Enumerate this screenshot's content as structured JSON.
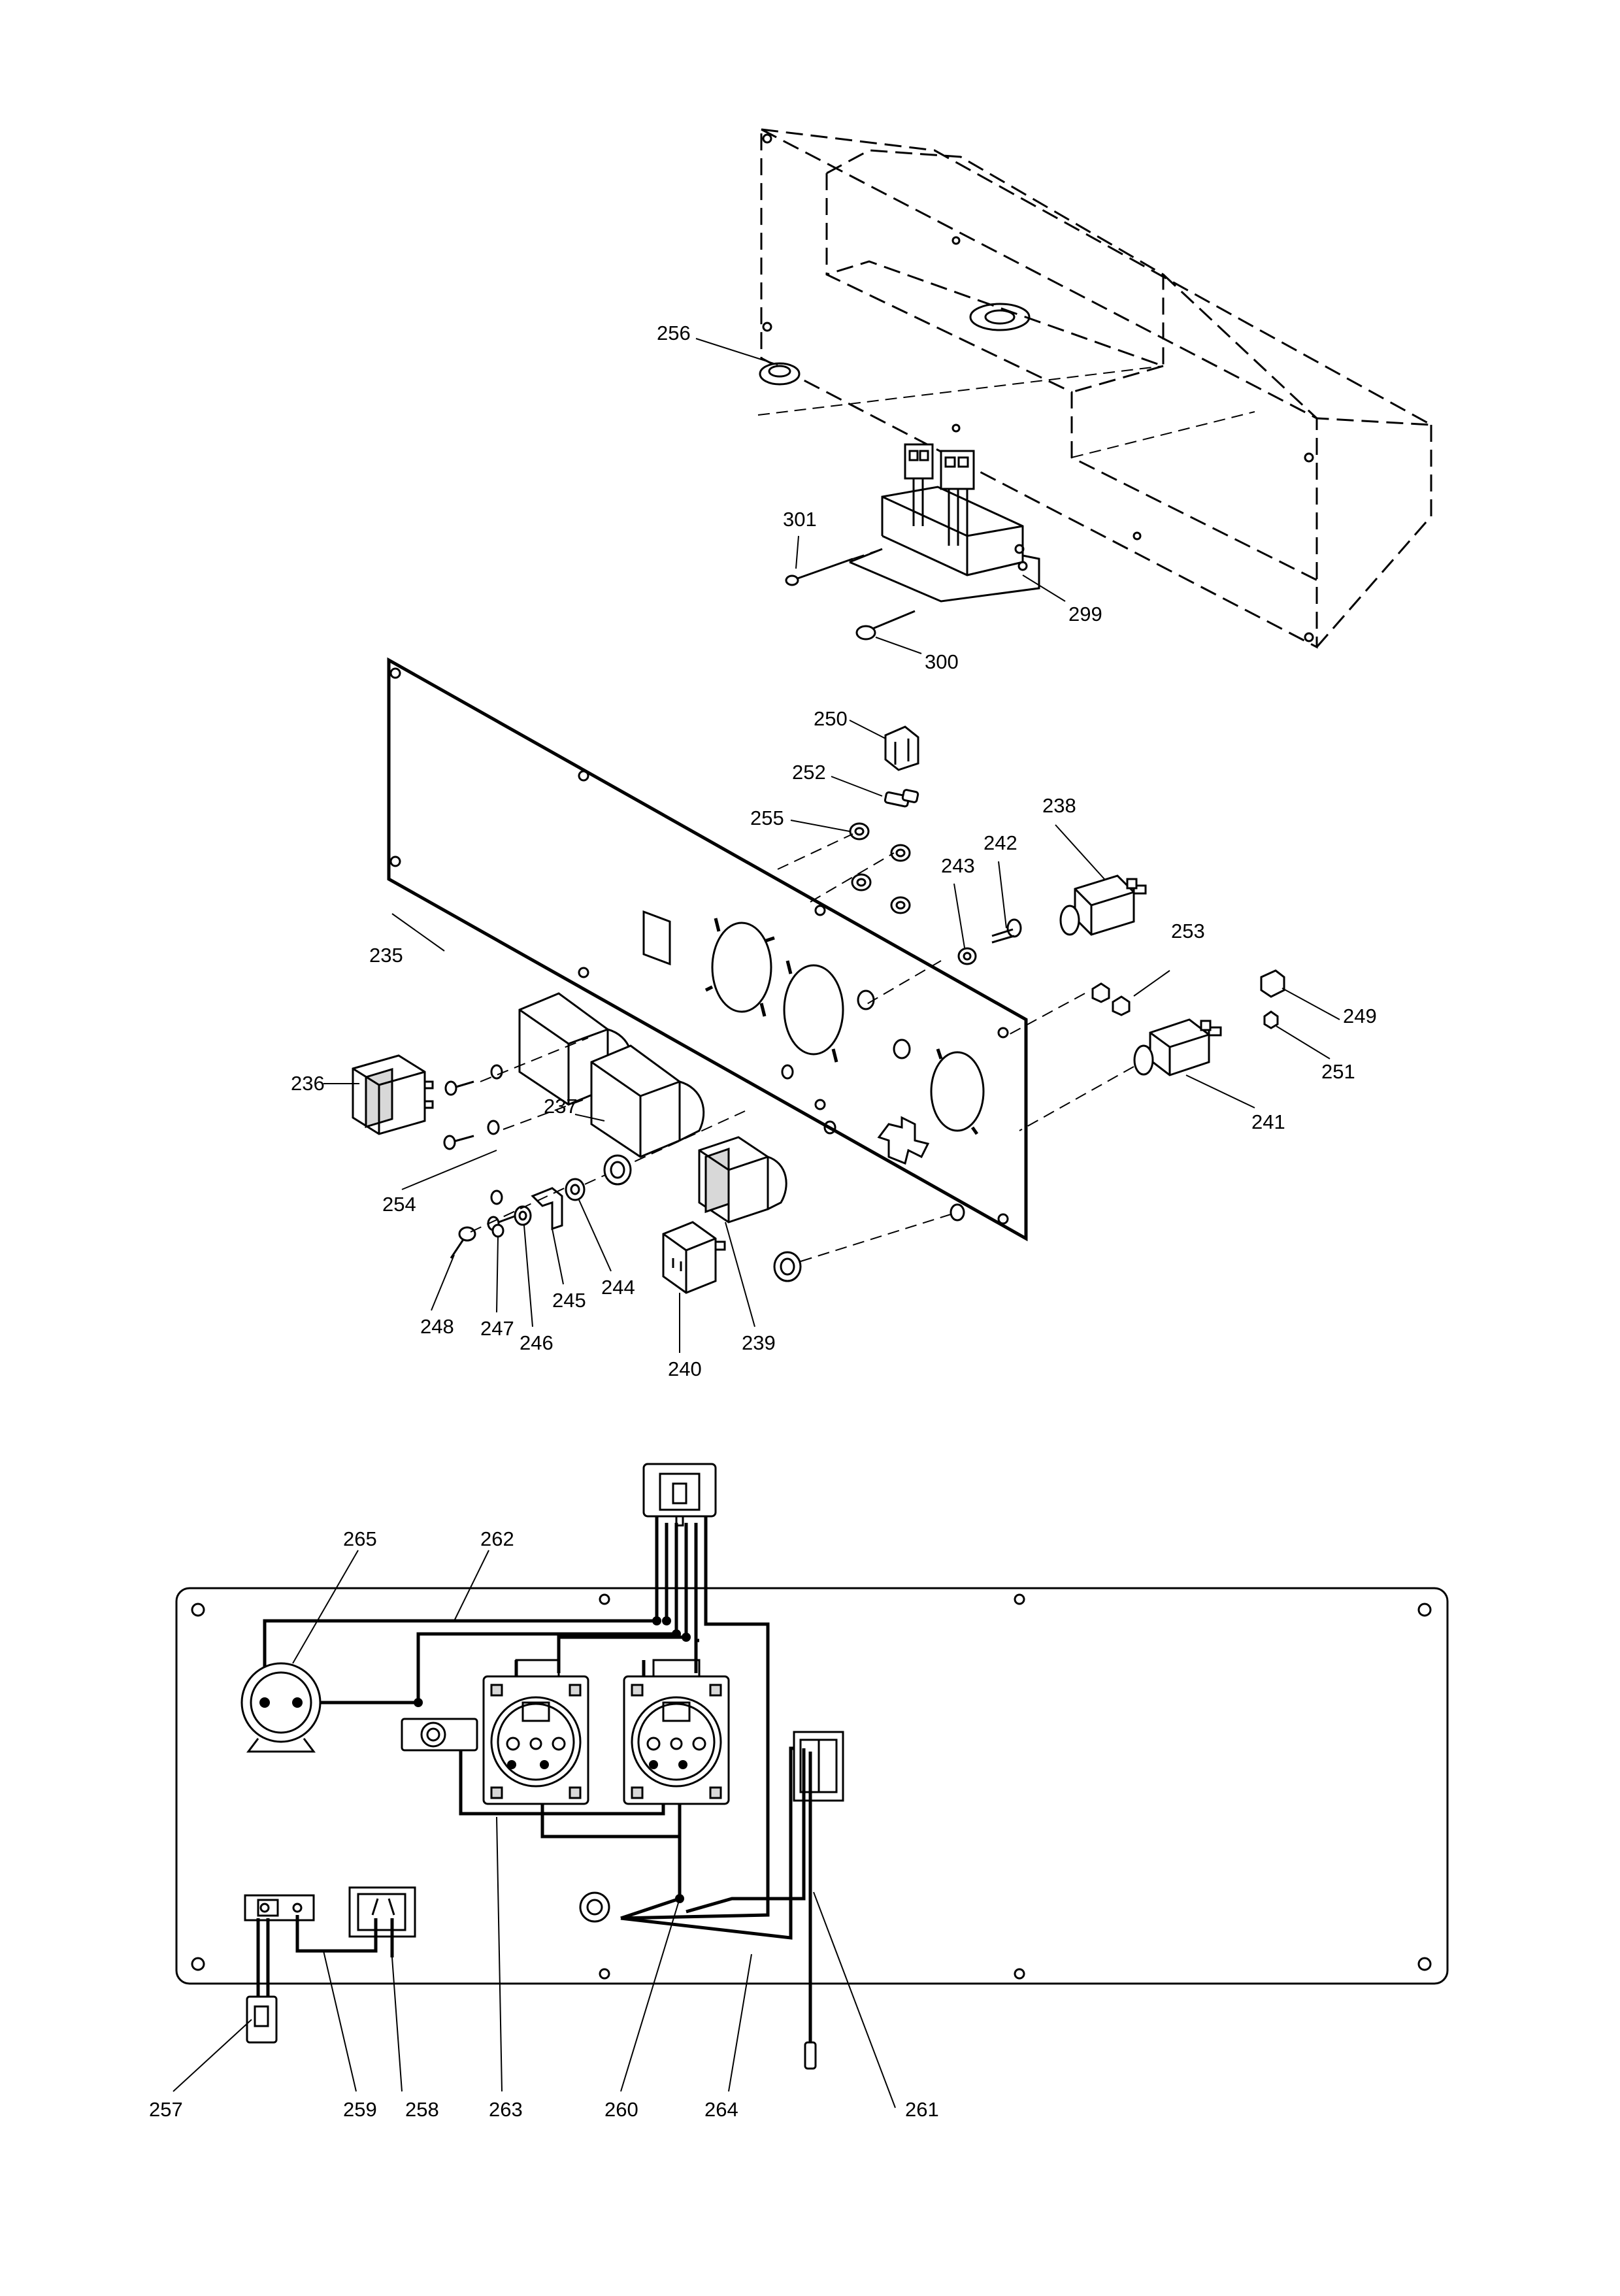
{
  "diagram": {
    "parts": [
      {
        "id": "p256",
        "number": "256"
      },
      {
        "id": "p301",
        "number": "301"
      },
      {
        "id": "p299",
        "number": "299"
      },
      {
        "id": "p300",
        "number": "300"
      },
      {
        "id": "p250",
        "number": "250"
      },
      {
        "id": "p252",
        "number": "252"
      },
      {
        "id": "p255",
        "number": "255"
      },
      {
        "id": "p238",
        "number": "238"
      },
      {
        "id": "p242",
        "number": "242"
      },
      {
        "id": "p243",
        "number": "243"
      },
      {
        "id": "p253",
        "number": "253"
      },
      {
        "id": "p249",
        "number": "249"
      },
      {
        "id": "p251",
        "number": "251"
      },
      {
        "id": "p241",
        "number": "241"
      },
      {
        "id": "p235",
        "number": "235"
      },
      {
        "id": "p236",
        "number": "236"
      },
      {
        "id": "p237",
        "number": "237"
      },
      {
        "id": "p254",
        "number": "254"
      },
      {
        "id": "p248",
        "number": "248"
      },
      {
        "id": "p247",
        "number": "247"
      },
      {
        "id": "p246",
        "number": "246"
      },
      {
        "id": "p245",
        "number": "245"
      },
      {
        "id": "p244",
        "number": "244"
      },
      {
        "id": "p240",
        "number": "240"
      },
      {
        "id": "p239",
        "number": "239"
      },
      {
        "id": "p265",
        "number": "265"
      },
      {
        "id": "p262",
        "number": "262"
      },
      {
        "id": "p257",
        "number": "257"
      },
      {
        "id": "p259",
        "number": "259"
      },
      {
        "id": "p258",
        "number": "258"
      },
      {
        "id": "p263",
        "number": "263"
      },
      {
        "id": "p260",
        "number": "260"
      },
      {
        "id": "p264",
        "number": "264"
      },
      {
        "id": "p261",
        "number": "261"
      }
    ]
  }
}
